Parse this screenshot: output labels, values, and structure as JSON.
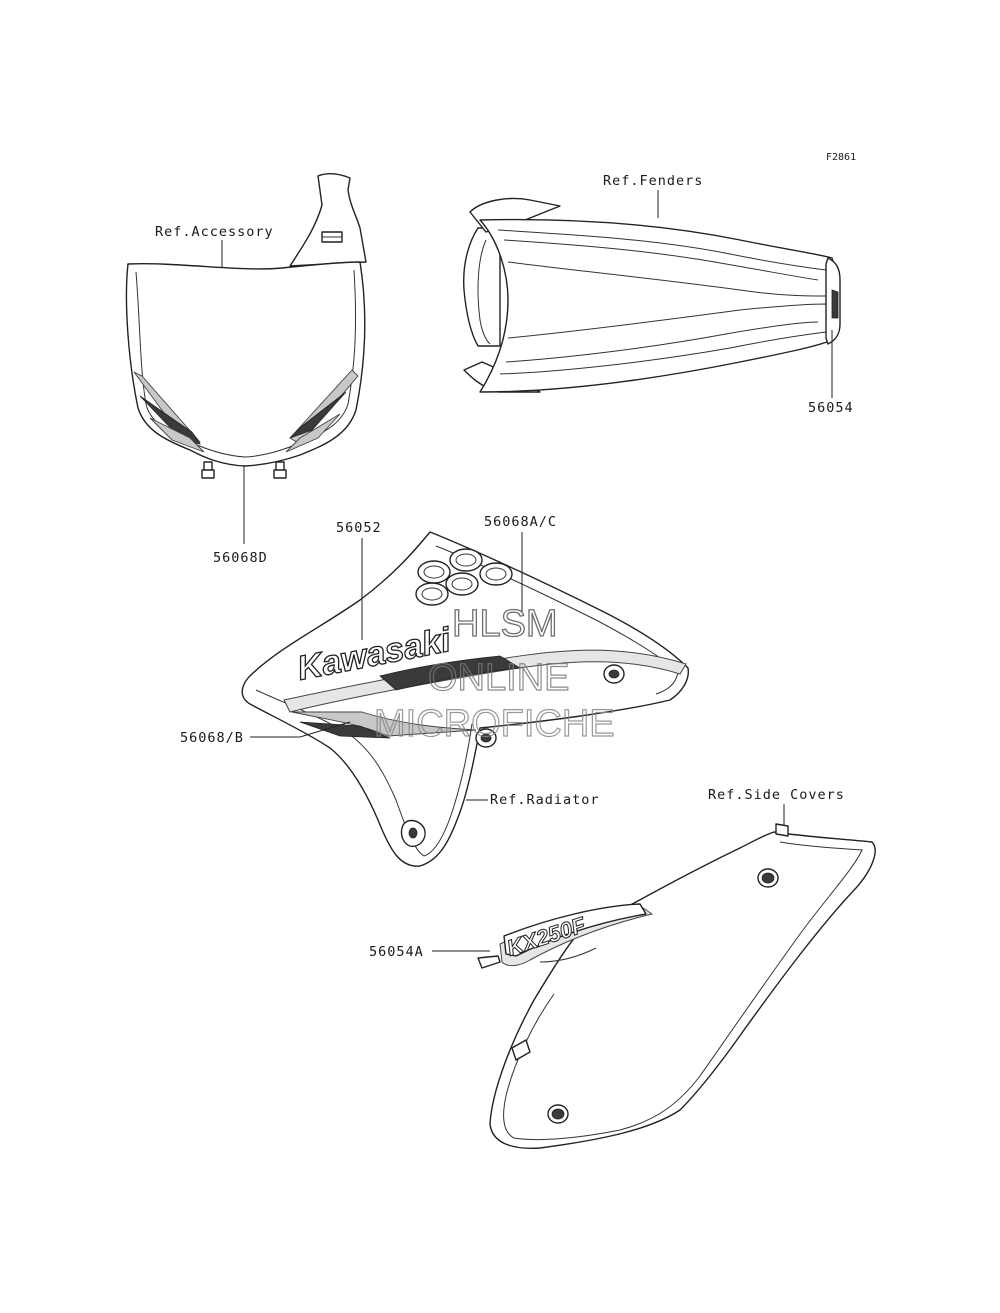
{
  "figure_code": "F2861",
  "labels": {
    "ref_accessory": "Ref.Accessory",
    "ref_fenders": "Ref.Fenders",
    "ref_radiator": "Ref.Radiator",
    "ref_side_covers": "Ref.Side Covers"
  },
  "part_numbers": {
    "p56054": "56054",
    "p56068D": "56068D",
    "p56052": "56052",
    "p56068AC": "56068A/C",
    "p56068B": "56068/B",
    "p56054A": "56054A"
  },
  "decals": {
    "radiator_brand": "Kawasaki",
    "side_cover_model": "KX250F"
  },
  "watermark": {
    "line1": "HLSM",
    "line2": "ONLINE",
    "line3": "MICROFICHE"
  }
}
